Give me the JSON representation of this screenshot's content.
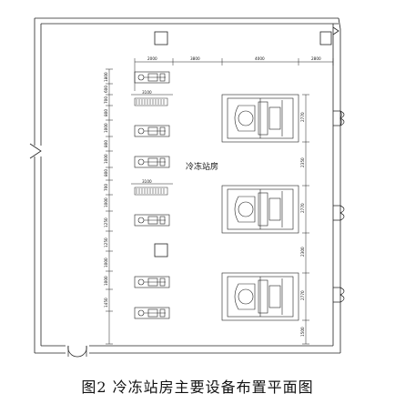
{
  "room_label": "冷冻站房",
  "caption": "图2 冷冻站房主要设备布置平面图",
  "top_dims": [
    "2000",
    "3800",
    "4000",
    "2800"
  ],
  "left_dims": [
    "1800",
    "600",
    "700",
    "800",
    "1000",
    "800",
    "1000",
    "800",
    "700",
    "1000",
    "1250",
    "1250",
    "1000",
    "1000",
    "1450"
  ],
  "bar_labels": [
    "3100",
    "3100"
  ],
  "right_dims": [
    "2770",
    "2350",
    "2770",
    "2300",
    "2770",
    "1500"
  ]
}
